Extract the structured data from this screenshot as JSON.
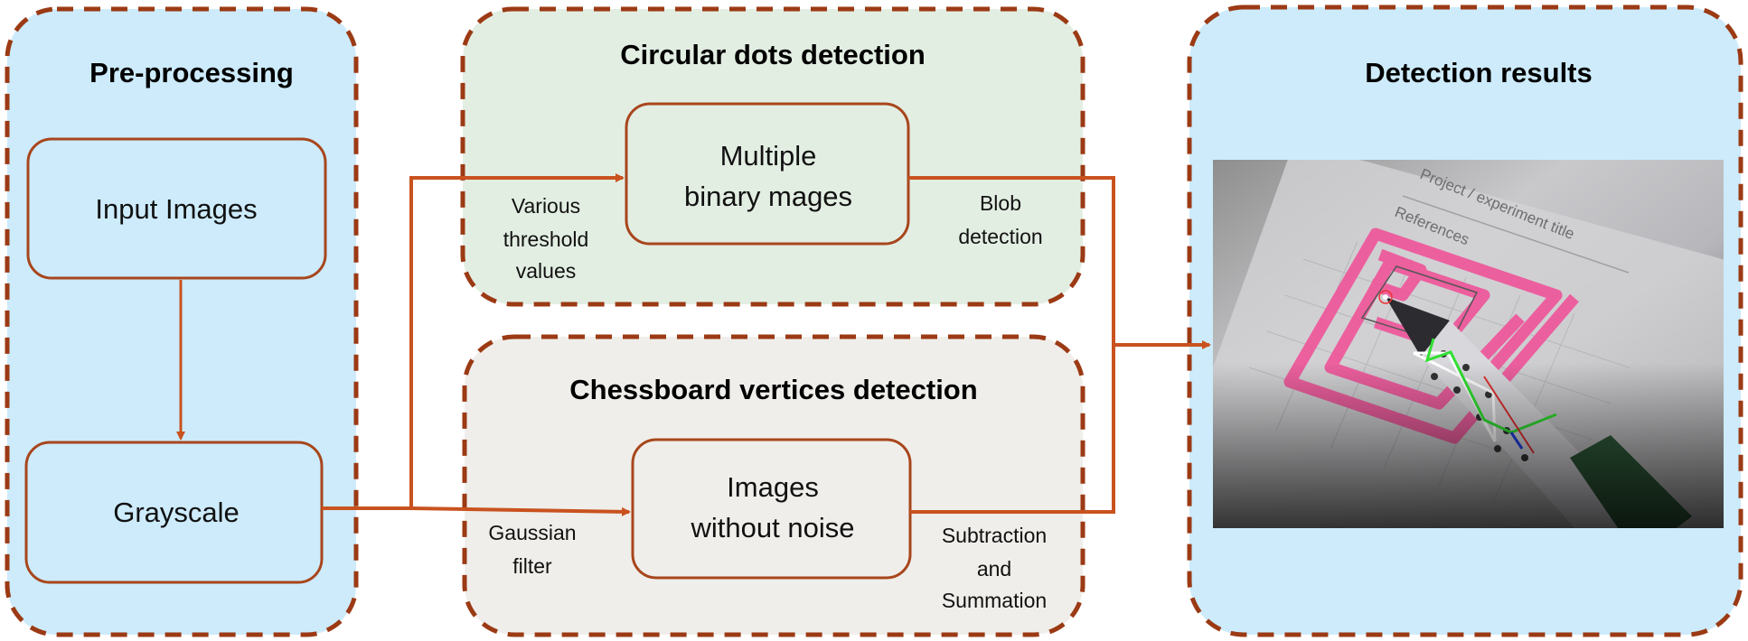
{
  "colors": {
    "panel_border": "#9b3a14",
    "arrow": "#c9521f",
    "preprocessing_fill": "#cdebfb",
    "circular_fill": "#e3eee3",
    "chessboard_fill": "#efeeea",
    "results_fill": "#cdebfb",
    "marker_pink": "#ee5a9c"
  },
  "preprocessing": {
    "title": "Pre-processing",
    "steps": [
      "Input Images",
      "Grayscale"
    ]
  },
  "circular_dots": {
    "title": "Circular dots detection",
    "box_lines": [
      "Multiple",
      "binary mages"
    ],
    "input_label": [
      "Various",
      "threshold",
      "values"
    ],
    "output_label": [
      "Blob",
      "detection"
    ]
  },
  "chessboard": {
    "title": "Chessboard vertices detection",
    "box_lines": [
      "Images",
      "without noise"
    ],
    "input_label": [
      "Gaussian",
      "filter"
    ],
    "output_label": [
      "Subtraction",
      "and",
      "Summation"
    ]
  },
  "results": {
    "title": "Detection results",
    "photo_text": [
      "Project / experiment title",
      "References"
    ]
  }
}
